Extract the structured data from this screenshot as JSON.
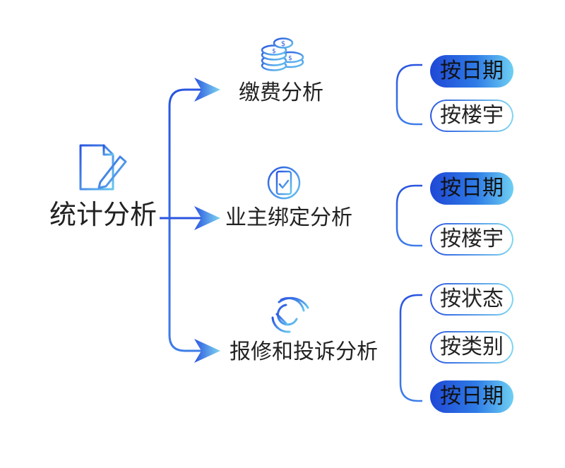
{
  "root": {
    "label": "统计分析",
    "icon": "document-edit-icon"
  },
  "branches": [
    {
      "label": "缴费分析",
      "icon": "coins-icon",
      "items": [
        {
          "label": "按日期",
          "style": "filled"
        },
        {
          "label": "按楼宇",
          "style": "outline"
        }
      ]
    },
    {
      "label": "业主绑定分析",
      "icon": "phone-check-icon",
      "items": [
        {
          "label": "按日期",
          "style": "filled"
        },
        {
          "label": "按楼宇",
          "style": "outline"
        }
      ]
    },
    {
      "label": "报修和投诉分析",
      "icon": "wrench-icon",
      "items": [
        {
          "label": "按状态",
          "style": "outline"
        },
        {
          "label": "按类别",
          "style": "outline"
        },
        {
          "label": "按日期",
          "style": "filled"
        }
      ]
    }
  ],
  "colors": {
    "primary": "#2a55e0",
    "accent": "#7fd6f0"
  }
}
